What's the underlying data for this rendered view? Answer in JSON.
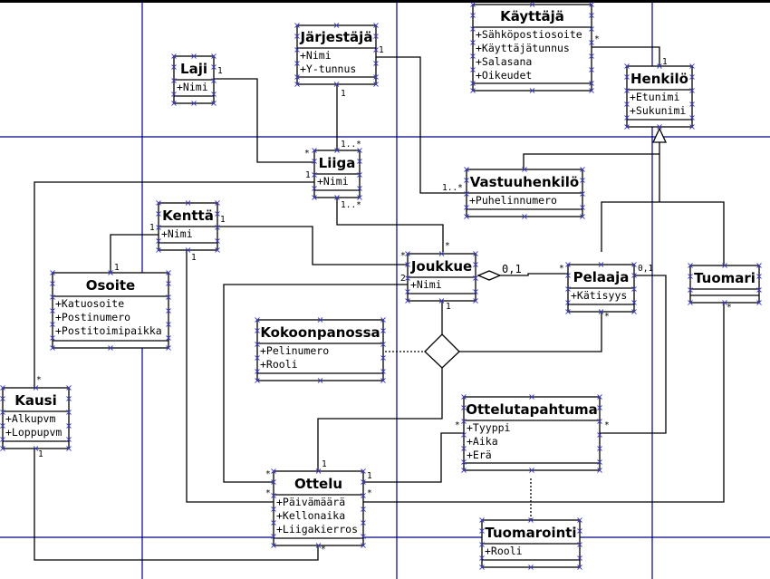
{
  "diagram": {
    "type": "UML class diagram",
    "classes": [
      {
        "id": "laji",
        "name": "Laji",
        "attributes": [
          "+Nimi"
        ]
      },
      {
        "id": "jarjestaja",
        "name": "Järjestäjä",
        "attributes": [
          "+Nimi",
          "+Y-tunnus"
        ]
      },
      {
        "id": "kayttaja",
        "name": "Käyttäjä",
        "attributes": [
          "+Sähköpostiosoite",
          "+Käyttäjätunnus",
          "+Salasana",
          "+Oikeudet"
        ]
      },
      {
        "id": "henkilo",
        "name": "Henkilö",
        "attributes": [
          "+Etunimi",
          "+Sukunimi"
        ]
      },
      {
        "id": "liiga",
        "name": "Liiga",
        "attributes": [
          "+Nimi"
        ]
      },
      {
        "id": "vastuuhenkilo",
        "name": "Vastuuhenkilö",
        "attributes": [
          "+Puhelinnumero"
        ]
      },
      {
        "id": "kentta",
        "name": "Kenttä",
        "attributes": [
          "+Nimi"
        ]
      },
      {
        "id": "osoite",
        "name": "Osoite",
        "attributes": [
          "+Katuosoite",
          "+Postinumero",
          "+Postitoimipaikka"
        ]
      },
      {
        "id": "joukkue",
        "name": "Joukkue",
        "attributes": [
          "+Nimi"
        ]
      },
      {
        "id": "pelaaja",
        "name": "Pelaaja",
        "attributes": [
          "+Kätisyys"
        ]
      },
      {
        "id": "tuomari",
        "name": "Tuomari",
        "attributes": []
      },
      {
        "id": "kokoonpanossa",
        "name": "Kokoonpanossa",
        "attributes": [
          "+Pelinumero",
          "+Rooli"
        ]
      },
      {
        "id": "kausi",
        "name": "Kausi",
        "attributes": [
          "+Alkupvm",
          "+Loppupvm"
        ]
      },
      {
        "id": "ottelutapahtuma",
        "name": "Ottelutapahtuma",
        "attributes": [
          "+Tyyppi",
          "+Aika",
          "+Erä"
        ]
      },
      {
        "id": "ottelu",
        "name": "Ottelu",
        "attributes": [
          "+Päivämäärä",
          "+Kellonaika",
          "+Liigakierros"
        ]
      },
      {
        "id": "tuomarointi",
        "name": "Tuomarointi",
        "attributes": [
          "+Rooli"
        ]
      }
    ],
    "relationships": [
      {
        "from": "laji",
        "to": "liiga",
        "from_mult": "1",
        "to_mult": "*",
        "kind": "association"
      },
      {
        "from": "jarjestaja",
        "to": "liiga",
        "from_mult": "1",
        "to_mult": "1..*",
        "kind": "association"
      },
      {
        "from": "jarjestaja",
        "to": "vastuuhenkilo",
        "from_mult": "1",
        "to_mult": "1..*",
        "kind": "association"
      },
      {
        "from": "kayttaja",
        "to": "henkilo",
        "from_mult": "*",
        "to_mult": "1",
        "kind": "association"
      },
      {
        "from": "vastuuhenkilo",
        "to": "henkilo",
        "kind": "generalization"
      },
      {
        "from": "pelaaja",
        "to": "henkilo",
        "kind": "generalization"
      },
      {
        "from": "tuomari",
        "to": "henkilo",
        "kind": "generalization"
      },
      {
        "from": "liiga",
        "to": "kausi",
        "from_mult": "1",
        "to_mult": "*",
        "kind": "association"
      },
      {
        "from": "liiga",
        "to": "joukkue",
        "from_mult": "1..*",
        "to_mult": "*",
        "kind": "association"
      },
      {
        "from": "kentta",
        "to": "osoite",
        "from_mult": "1",
        "to_mult": "1",
        "kind": "association"
      },
      {
        "from": "kentta",
        "to": "joukkue",
        "from_mult": "1",
        "to_mult": "*",
        "kind": "association"
      },
      {
        "from": "kentta",
        "to": "ottelu",
        "from_mult": "1",
        "to_mult": "*",
        "kind": "association"
      },
      {
        "from": "joukkue",
        "to": "pelaaja",
        "from_mult": "0,1",
        "to_mult": "*",
        "kind": "aggregation"
      },
      {
        "from": "joukkue",
        "to": "ottelu",
        "from_mult": "2",
        "to_mult": "*",
        "kind": "association"
      },
      {
        "from": "joukkue",
        "to": "pelaaja",
        "from_mult": "1",
        "to_mult": "*",
        "kind": "n-ary",
        "association_class": "kokoonpanossa"
      },
      {
        "from": "kausi",
        "to": "ottelu",
        "from_mult": "1",
        "to_mult": "*",
        "kind": "association"
      },
      {
        "from": "ottelu",
        "to": "ottelutapahtuma",
        "from_mult": "1",
        "to_mult": "*",
        "kind": "association"
      },
      {
        "from": "pelaaja",
        "to": "ottelutapahtuma",
        "from_mult": "0,1",
        "to_mult": "*",
        "kind": "association"
      },
      {
        "from": "tuomari",
        "to": "ottelu",
        "from_mult": "*",
        "to_mult": "*",
        "kind": "association",
        "association_class": "tuomarointi"
      }
    ],
    "labels": {
      "mult_1": "1",
      "mult_many": "*",
      "mult_1_many": "1..*",
      "mult_0_1": "0,1",
      "mult_2": "2"
    }
  }
}
